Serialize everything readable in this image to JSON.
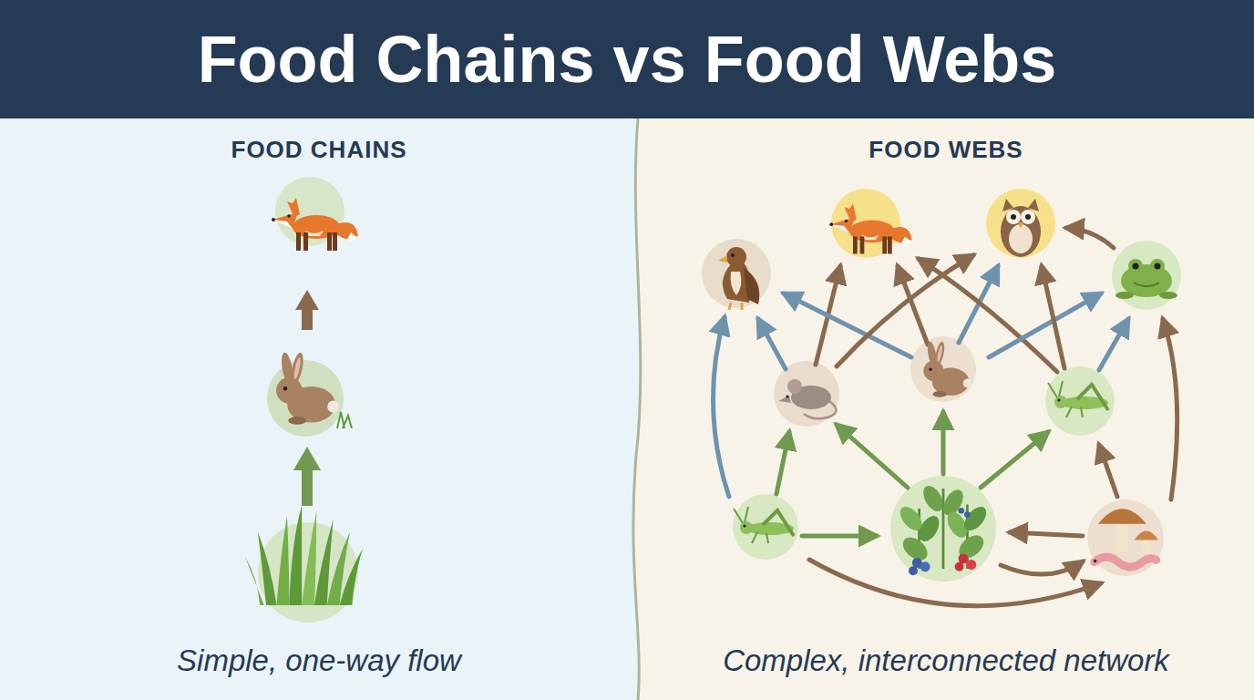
{
  "diagram": {
    "title": "Food Chains vs Food Webs",
    "nodes": [
      {
        "text": [
          "FOOD CHAINS",
          "Simple, one-way flow"
        ]
      },
      {
        "text": [
          "FOOD WEBS",
          "Complex, interconnected network"
        ]
      }
    ]
  }
}
